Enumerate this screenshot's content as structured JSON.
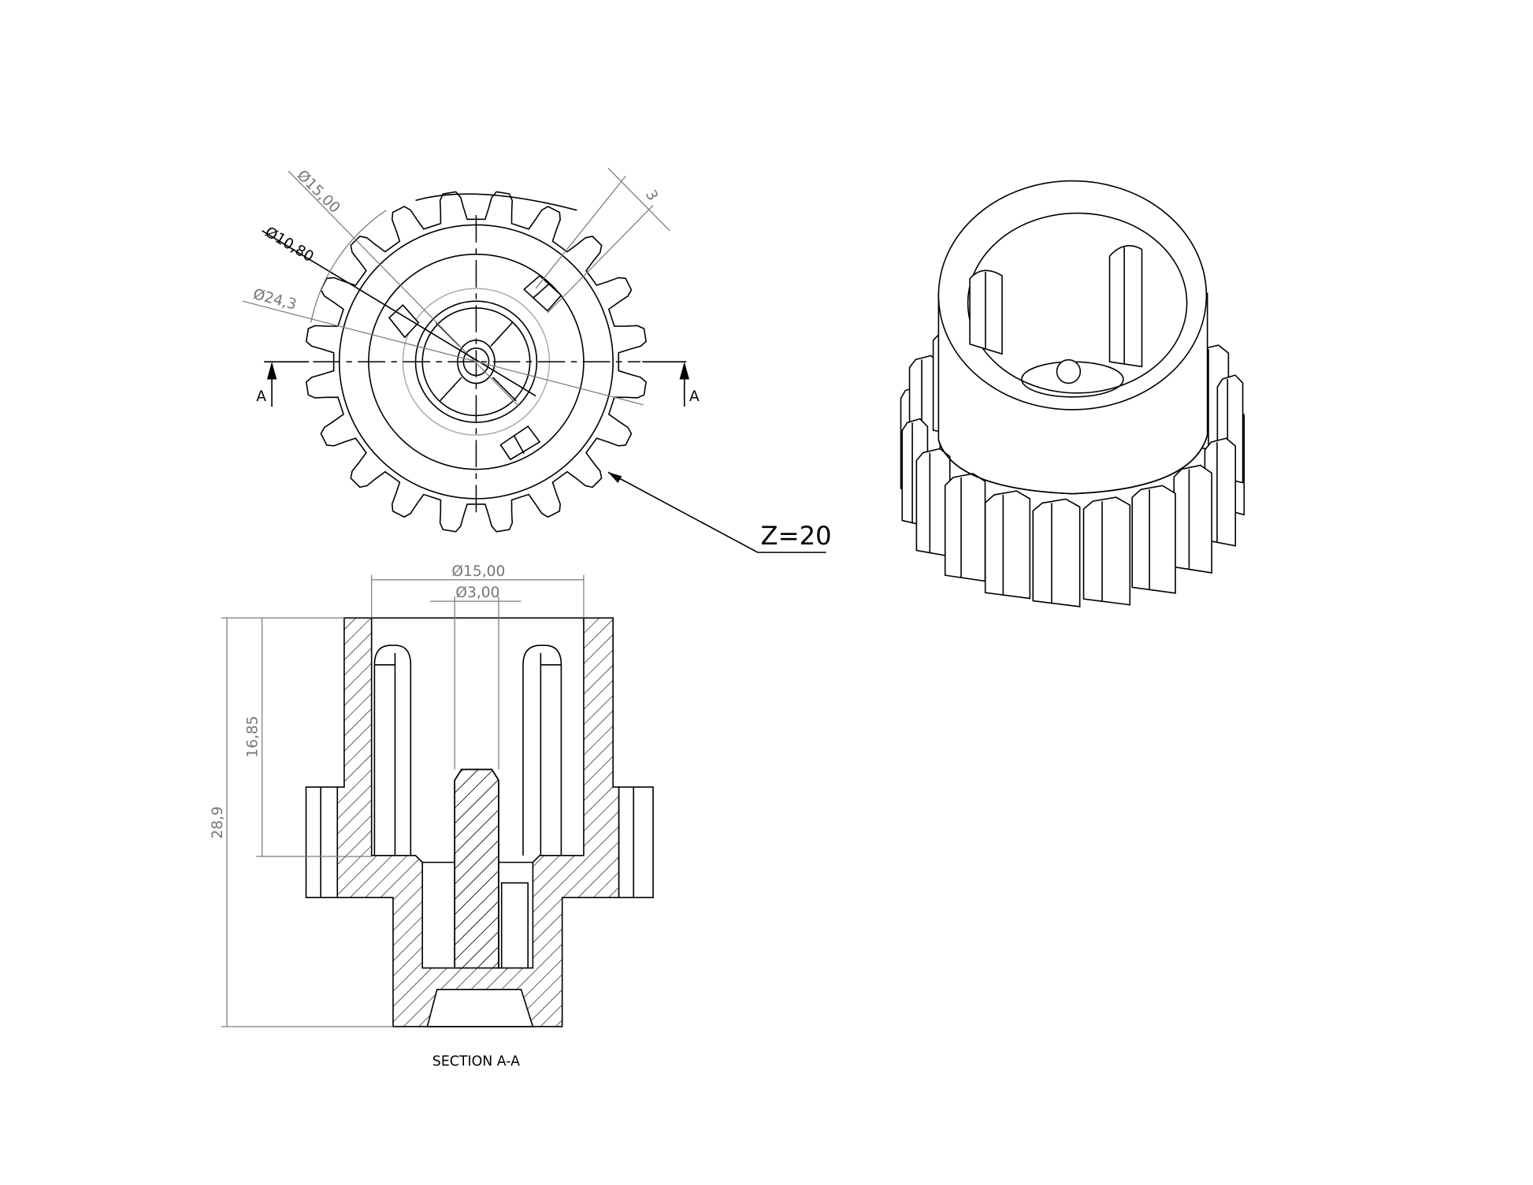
{
  "top_view": {
    "dim_pitch": "Ø15,00",
    "dim_root": "Ø10,80",
    "dim_outer": "Ø24,3",
    "dim_width": "3",
    "section_left": "A",
    "section_right": "A",
    "teeth_label": "Z=20",
    "teeth_count": 20
  },
  "section_view": {
    "dim_bore": "Ø15,00",
    "dim_pin": "Ø3,00",
    "dim_depth": "16,85",
    "dim_height": "28,9",
    "caption": "SECTION A-A"
  },
  "colors": {
    "line": "#000000",
    "dimension": "#7a7a7a"
  }
}
